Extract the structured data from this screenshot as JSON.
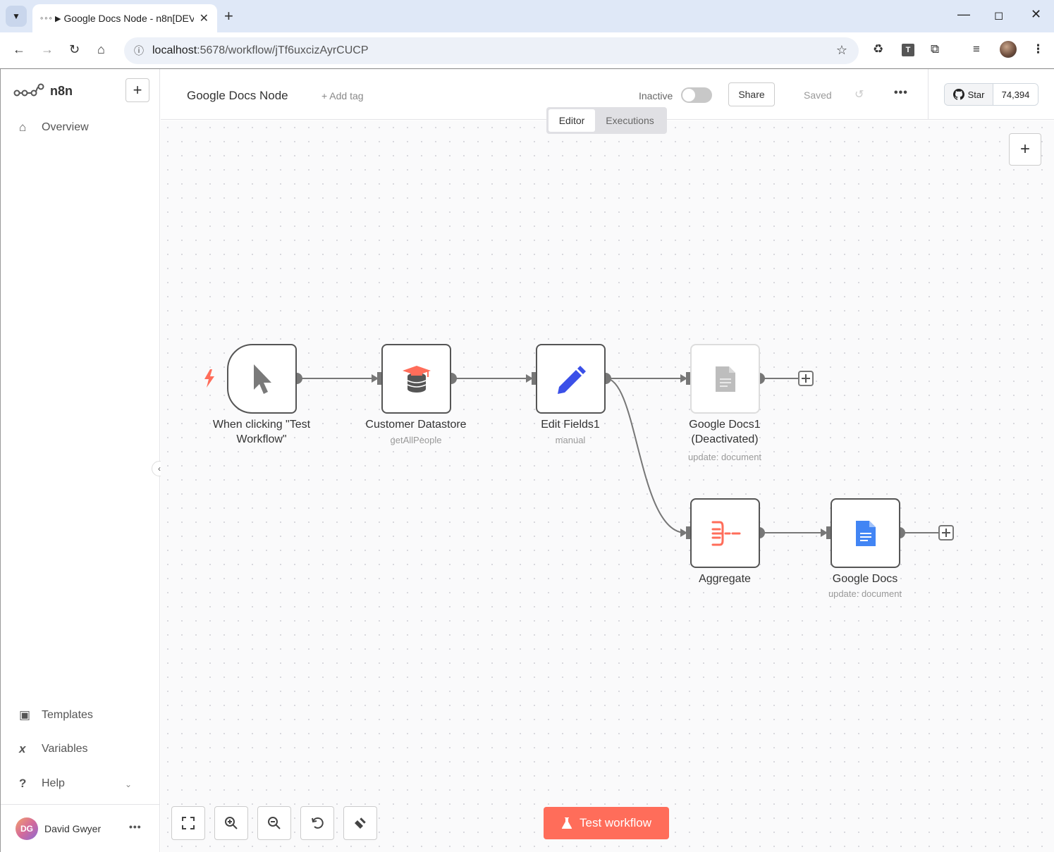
{
  "browser": {
    "tab_title": "Google Docs Node - n8n[DEV]",
    "url_host": "localhost",
    "url_path": ":5678/workflow/jTf6uxcizAyrCUCP",
    "profile_ext_letter": "T"
  },
  "sidebar": {
    "brand": "n8n",
    "items": [
      {
        "label": "Overview",
        "icon": "home-icon"
      },
      {
        "label": "Templates",
        "icon": "box-icon"
      },
      {
        "label": "Variables",
        "icon": "variable-icon"
      },
      {
        "label": "Help",
        "icon": "question-icon"
      }
    ],
    "user": {
      "initials": "DG",
      "name": "David Gwyer"
    }
  },
  "header": {
    "workflow_name": "Google Docs Node",
    "add_tag": "+ Add tag",
    "status_label": "Inactive",
    "share_label": "Share",
    "saved_label": "Saved",
    "github_star_label": "Star",
    "github_star_count": "74,394"
  },
  "tabs": {
    "editor": "Editor",
    "executions": "Executions",
    "active": "editor"
  },
  "nodes": [
    {
      "id": "trigger",
      "label": "When clicking \"Test Workflow\"",
      "subtitle": "",
      "icon": "cursor-icon"
    },
    {
      "id": "datastore",
      "label": "Customer Datastore",
      "subtitle": "getAllPeople",
      "icon": "database-icon"
    },
    {
      "id": "editfields",
      "label": "Edit Fields1",
      "subtitle": "manual",
      "icon": "pencil-icon"
    },
    {
      "id": "gdocs1",
      "label": "Google Docs1 (Deactivated)",
      "subtitle": "update: document",
      "icon": "document-icon",
      "deactivated": true
    },
    {
      "id": "aggregate",
      "label": "Aggregate",
      "subtitle": "",
      "icon": "aggregate-icon"
    },
    {
      "id": "gdocs",
      "label": "Google Docs",
      "subtitle": "update: document",
      "icon": "google-docs-icon"
    }
  ],
  "actions": {
    "test_workflow": "Test workflow"
  },
  "colors": {
    "accent": "#ff6d5a",
    "pencil": "#3b50e8",
    "google_docs": "#4285f4",
    "edge": "#777777"
  }
}
